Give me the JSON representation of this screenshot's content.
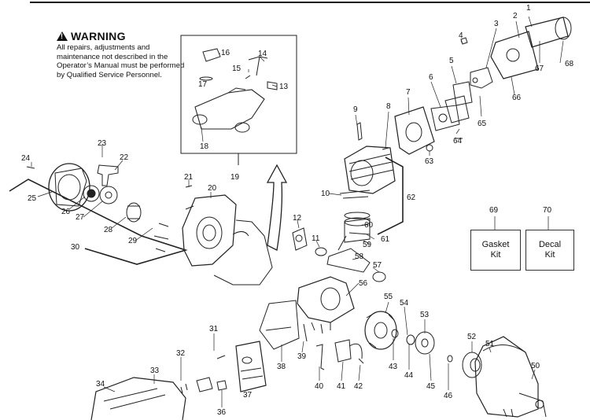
{
  "warning": {
    "title": "WARNING",
    "body": "All repairs, adjustments and maintenance not described in the Operator’s Manual must be performed by Qualified Service Personnel."
  },
  "kits": {
    "gasket": {
      "ref": "69",
      "line1": "Gasket",
      "line2": "Kit"
    },
    "decal": {
      "ref": "70",
      "line1": "Decal",
      "line2": "Kit"
    }
  },
  "parts": [
    {
      "ref": "1"
    },
    {
      "ref": "2"
    },
    {
      "ref": "3"
    },
    {
      "ref": "4"
    },
    {
      "ref": "5"
    },
    {
      "ref": "6"
    },
    {
      "ref": "7"
    },
    {
      "ref": "8"
    },
    {
      "ref": "9"
    },
    {
      "ref": "10"
    },
    {
      "ref": "11"
    },
    {
      "ref": "12"
    },
    {
      "ref": "13"
    },
    {
      "ref": "14"
    },
    {
      "ref": "15"
    },
    {
      "ref": "16"
    },
    {
      "ref": "17"
    },
    {
      "ref": "18"
    },
    {
      "ref": "19"
    },
    {
      "ref": "20"
    },
    {
      "ref": "21"
    },
    {
      "ref": "22"
    },
    {
      "ref": "23"
    },
    {
      "ref": "24"
    },
    {
      "ref": "25"
    },
    {
      "ref": "26"
    },
    {
      "ref": "27"
    },
    {
      "ref": "28"
    },
    {
      "ref": "29"
    },
    {
      "ref": "30"
    },
    {
      "ref": "31"
    },
    {
      "ref": "32"
    },
    {
      "ref": "33"
    },
    {
      "ref": "34"
    },
    {
      "ref": "36"
    },
    {
      "ref": "37"
    },
    {
      "ref": "38"
    },
    {
      "ref": "39"
    },
    {
      "ref": "40"
    },
    {
      "ref": "41"
    },
    {
      "ref": "42"
    },
    {
      "ref": "43"
    },
    {
      "ref": "44"
    },
    {
      "ref": "45"
    },
    {
      "ref": "46"
    },
    {
      "ref": "50"
    },
    {
      "ref": "51"
    },
    {
      "ref": "52"
    },
    {
      "ref": "53"
    },
    {
      "ref": "54"
    },
    {
      "ref": "55"
    },
    {
      "ref": "56"
    },
    {
      "ref": "57"
    },
    {
      "ref": "58"
    },
    {
      "ref": "59"
    },
    {
      "ref": "60"
    },
    {
      "ref": "61"
    },
    {
      "ref": "62"
    },
    {
      "ref": "63"
    },
    {
      "ref": "64"
    },
    {
      "ref": "65"
    },
    {
      "ref": "66"
    },
    {
      "ref": "67"
    },
    {
      "ref": "68"
    }
  ]
}
